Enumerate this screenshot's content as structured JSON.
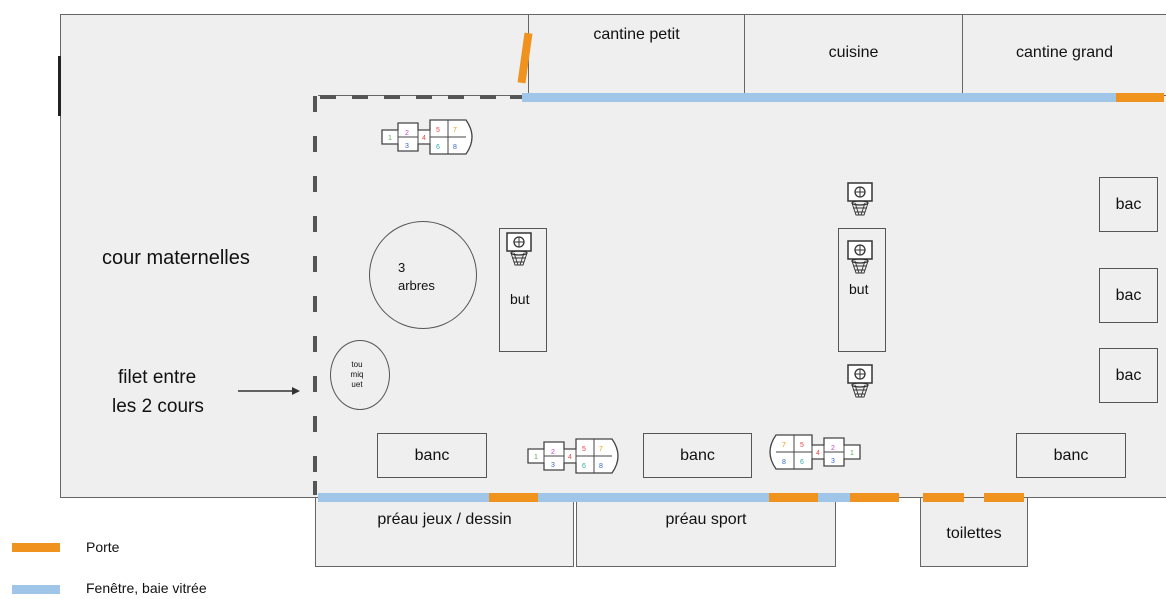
{
  "colors": {
    "porte": "#f0921e",
    "fenetre": "#9fc5e8",
    "floor": "#efefef",
    "border": "#666666"
  },
  "labels": {
    "cour_maternelles": "cour maternelles",
    "filet_line1": "filet entre",
    "filet_line2": "les 2 cours",
    "cantine_petit": "cantine petit",
    "cuisine": "cuisine",
    "cantine_grand": "cantine grand",
    "tree_line1": "3",
    "tree_line2": "arbres",
    "tourniquet": "tou\nmiq\nuet",
    "but": "but",
    "bac": "bac",
    "banc": "banc",
    "preau_jeux": "préau jeux / dessin",
    "preau_sport": "préau sport",
    "toilettes": "toilettes"
  },
  "legend": {
    "porte": "Porte",
    "fenetre": "Fenêtre, baie vitrée"
  },
  "icons": [
    "hopscotch-icon",
    "basketball-hoop-icon"
  ]
}
